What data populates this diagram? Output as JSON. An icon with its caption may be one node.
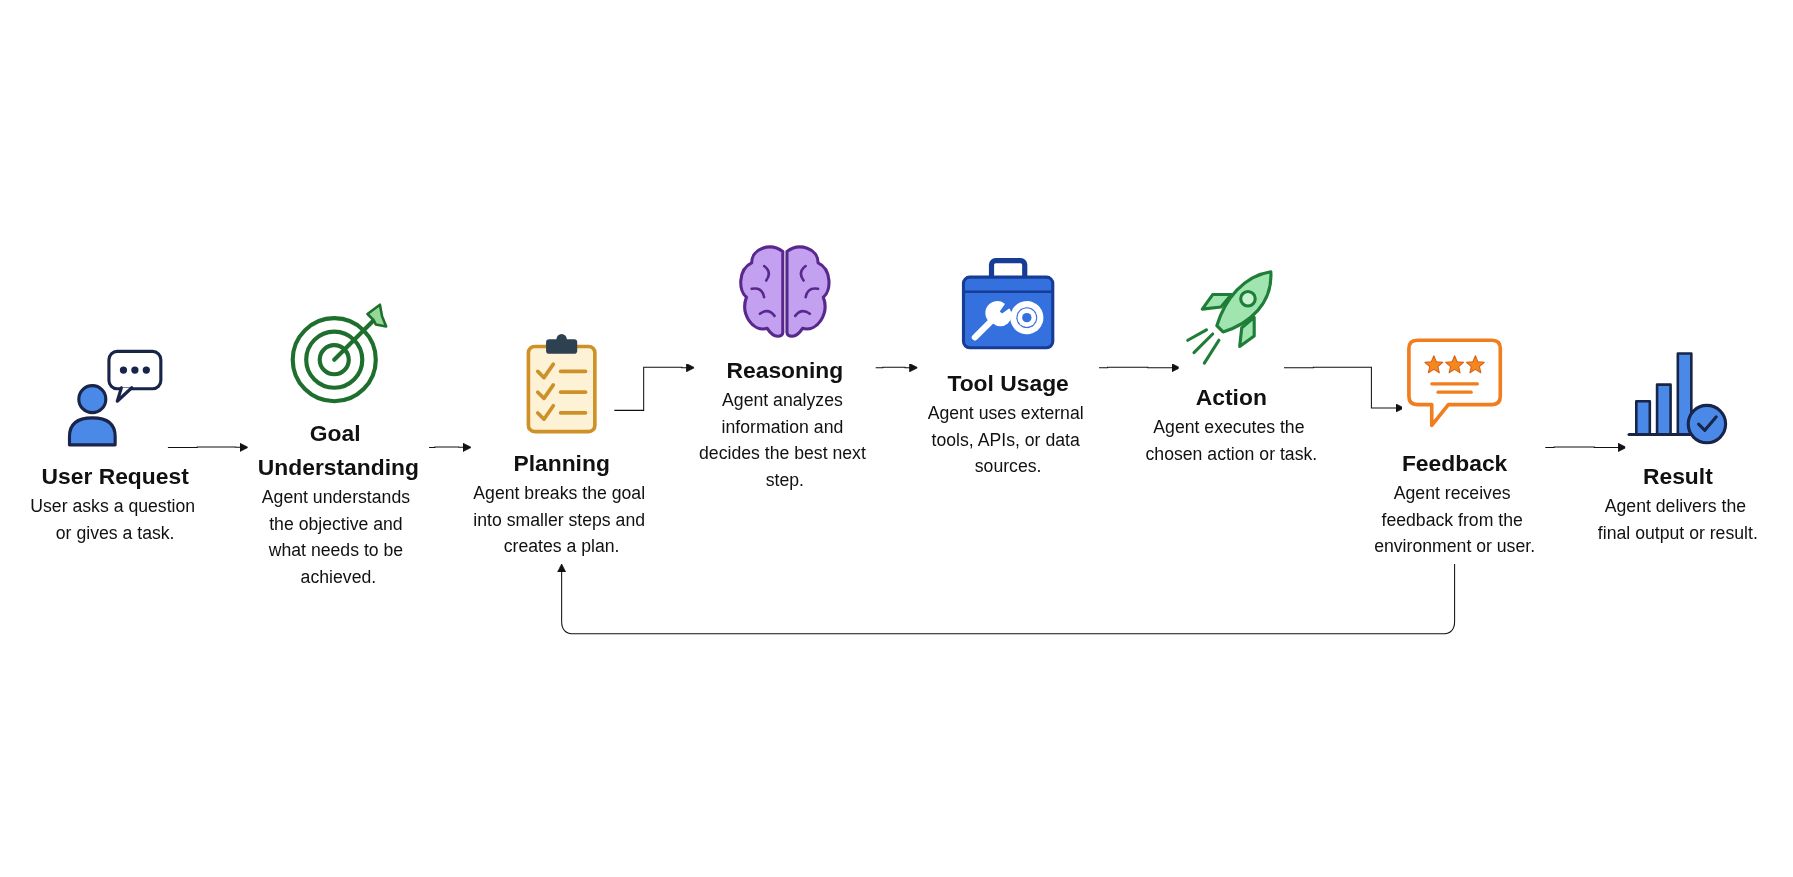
{
  "diagram": {
    "nodes": [
      {
        "text": [
          "User Request",
          "User asks a question or gives a task."
        ]
      },
      {
        "text": [
          "Goal Understanding",
          "Agent understands the objective and what needs to be achieved."
        ]
      },
      {
        "text": [
          "Planning",
          "Agent breaks the goal into smaller steps and creates a plan."
        ]
      },
      {
        "text": [
          "Reasoning",
          "Agent analyzes information and decides the best next step."
        ]
      },
      {
        "text": [
          "Tool Usage",
          "Agent uses external tools, APIs, or data sources."
        ]
      },
      {
        "text": [
          "Action",
          "Agent executes the chosen action or task."
        ]
      },
      {
        "text": [
          "Feedback",
          "Agent receives feedback from the environment or user."
        ]
      },
      {
        "text": [
          "Result",
          "Agent delivers the final output or result."
        ]
      }
    ],
    "edges": [
      {
        "from": 0,
        "to": 1,
        "arrow": "to"
      },
      {
        "from": 1,
        "to": 2,
        "arrow": "to"
      },
      {
        "from": 2,
        "to": 3,
        "arrow": "to"
      },
      {
        "from": 3,
        "to": 4,
        "arrow": "to"
      },
      {
        "from": 4,
        "to": 5,
        "arrow": "to"
      },
      {
        "from": 5,
        "to": 6,
        "arrow": "to"
      },
      {
        "from": 6,
        "to": 7,
        "arrow": "to"
      },
      {
        "from": 6,
        "to": 2,
        "arrow": "to"
      }
    ]
  }
}
